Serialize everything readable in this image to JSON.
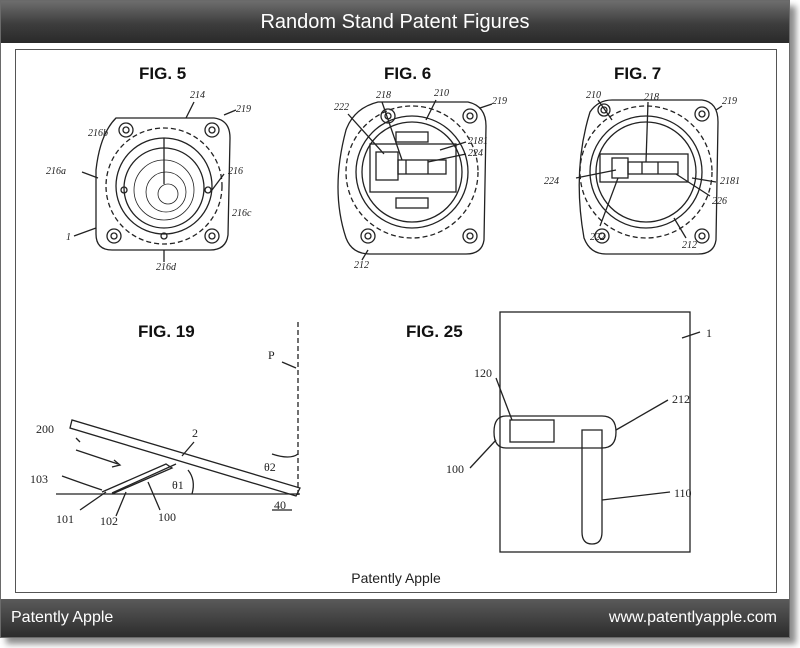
{
  "header": {
    "title": "Random Stand Patent Figures"
  },
  "figures": {
    "fig5": {
      "label": "FIG. 5",
      "refs": {
        "r216b": "216b",
        "r214": "214",
        "r219": "219",
        "r216a": "216a",
        "r216": "216",
        "r216c": "216c",
        "r1": "1",
        "r216d": "216d"
      }
    },
    "fig6": {
      "label": "FIG. 6",
      "refs": {
        "r222": "222",
        "r218": "218",
        "r210": "210",
        "r219": "219",
        "r2181": "2181",
        "r224": "224",
        "r212": "212"
      }
    },
    "fig7": {
      "label": "FIG. 7",
      "refs": {
        "r210": "210",
        "r218": "218",
        "r219": "219",
        "r224": "224",
        "r2181": "2181",
        "r226": "226",
        "r222": "222",
        "r212": "212"
      }
    },
    "fig19": {
      "label": "FIG. 19",
      "refs": {
        "rP": "P",
        "r200": "200",
        "r2": "2",
        "r103": "103",
        "rtheta2": "θ2",
        "rtheta1": "θ1",
        "r101": "101",
        "r102": "102",
        "r100": "100",
        "r40": "40"
      }
    },
    "fig25": {
      "label": "FIG. 25",
      "refs": {
        "r1": "1",
        "r120": "120",
        "r212": "212",
        "r100": "100",
        "r110": "110"
      }
    }
  },
  "caption": "Patently Apple",
  "footer": {
    "left": "Patently Apple",
    "right": "www.patentlyapple.com"
  }
}
